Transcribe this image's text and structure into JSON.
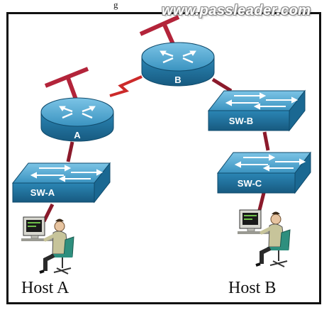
{
  "watermark": "www.passleader.com",
  "top_caption": "g",
  "nodes": {
    "router_a": "A",
    "router_b": "B",
    "switch_a": "SW-A",
    "switch_b": "SW-B",
    "switch_c": "SW-C",
    "host_a": "Host A",
    "host_b": "Host B"
  },
  "colors": {
    "device_top": "#4aa0c8",
    "device_side": "#1f6f9a",
    "link": "#8b1a2b",
    "serial_link": "#cc2a2a"
  }
}
